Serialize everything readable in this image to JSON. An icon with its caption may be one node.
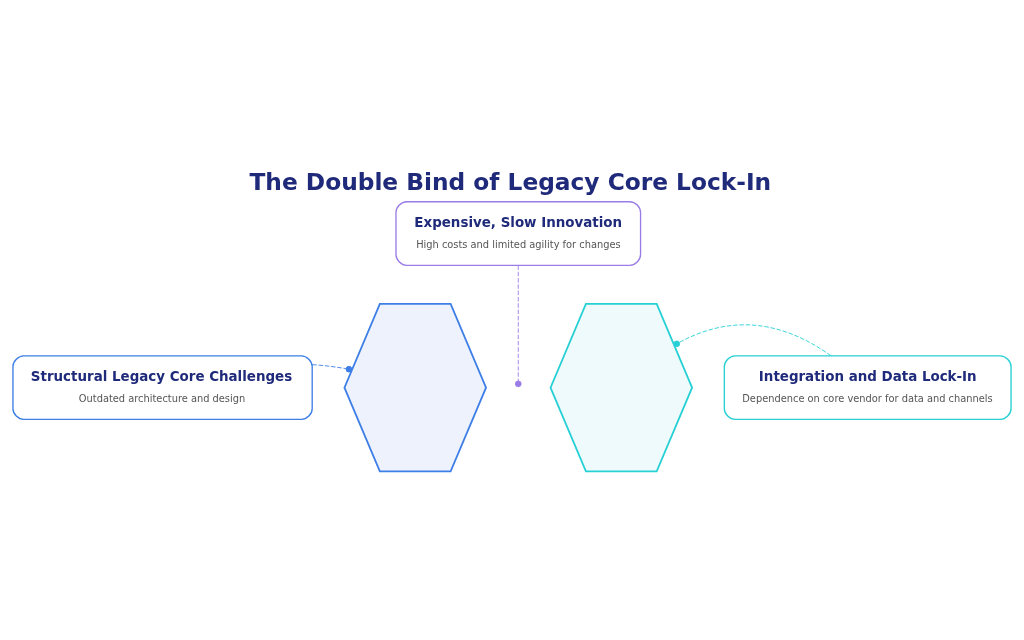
{
  "diagram": {
    "title": "The Double Bind of Legacy Core Lock-In",
    "nodes": [
      {
        "text": [
          "Expensive, Slow Innovation",
          "High costs and limited agility for changes"
        ]
      },
      {
        "text": [
          "Structural Legacy Core Challenges",
          "Outdated architecture and design"
        ]
      },
      {
        "text": [],
        "shape": "hexagon"
      },
      {
        "text": [],
        "shape": "hexagon"
      },
      {
        "text": [
          "Integration and Data Lock-In",
          "Dependence on core vendor for data and channels"
        ]
      }
    ],
    "edges": [
      {
        "from": 0,
        "to": null,
        "arrow": "other",
        "style": "dashed",
        "color": "#9a7ce6"
      },
      {
        "from": 1,
        "to": 2,
        "arrow": "other",
        "style": "dashed",
        "color": "#3d7fe6"
      },
      {
        "from": 4,
        "to": 3,
        "arrow": "other",
        "style": "dashed",
        "color": "#27d0d4"
      }
    ]
  }
}
